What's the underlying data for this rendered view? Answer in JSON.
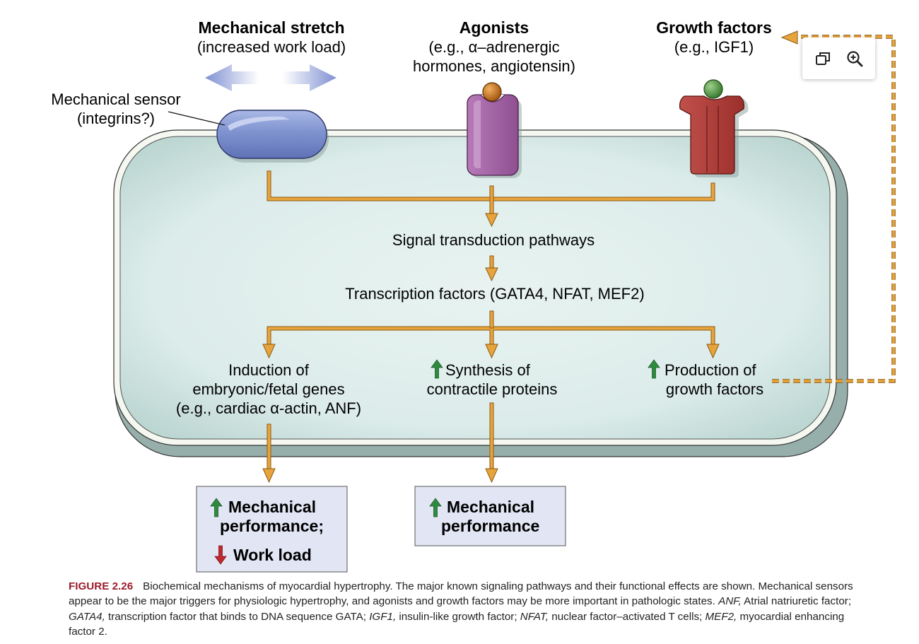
{
  "inputs": {
    "mechanical_stretch": {
      "title": "Mechanical stretch",
      "subtitle": "(increased work load)"
    },
    "agonists": {
      "title": "Agonists",
      "line1": "(e.g., α–adrenergic",
      "line2": "hormones, angiotensin)"
    },
    "growth_factors": {
      "title": "Growth factors",
      "subtitle": "(e.g., IGF1)"
    }
  },
  "sensor_label": {
    "line1": "Mechanical sensor",
    "line2": "(integrins?)"
  },
  "cell": {
    "signal": "Signal transduction pathways",
    "transcription": "Transcription factors (GATA4, NFAT, MEF2)",
    "induction": {
      "line1": "Induction of",
      "line2": "embryonic/fetal genes",
      "line3": "(e.g., cardiac α-actin, ANF)"
    },
    "synthesis": {
      "line1": "Synthesis of",
      "line2": "contractile proteins"
    },
    "production": {
      "line1": "Production of",
      "line2": "growth factors"
    }
  },
  "outcomes": {
    "box1": {
      "line1": "Mechanical",
      "line2": "performance;",
      "line3": "Work load"
    },
    "box2": {
      "line1": "Mechanical",
      "line2": "performance"
    }
  },
  "caption": {
    "figure_label": "FIGURE 2.26",
    "text1": "Biochemical mechanisms of myocardial hypertrophy. The major known signaling pathways and their functional effects are shown. Mechanical sensors appear to be the major triggers for physiologic hypertrophy, and agonists and growth factors may be more important in pathologic states.",
    "abbr_anf": "ANF,",
    "def_anf": "Atrial natriuretic factor;",
    "abbr_gata4": "GATA4,",
    "def_gata4": "transcription factor that binds to DNA sequence GATA;",
    "abbr_igf1": "IGF1,",
    "def_igf1": "insulin-like growth factor;",
    "abbr_nfat": "NFAT,",
    "def_nfat": "nuclear factor–activated T cells;",
    "abbr_mef2": "MEF2,",
    "def_mef2": "myocardial enhancing factor 2."
  },
  "toolbar": {
    "icons": [
      "copy-icon",
      "zoom-in-icon"
    ]
  },
  "colors": {
    "arrow": "#e8a43c",
    "arrow_outline": "#8a5a14",
    "cell_fill": "#d9ebe8",
    "cell_shadow": "#97afab",
    "sensor": "#7e92cf",
    "agonist_receptor": "#a265a3",
    "growth_receptor": "#b23d38",
    "up_arrow": "#2e8b3e",
    "down_arrow": "#c0282e",
    "outcome_box": "#e2e6f4",
    "figure_label": "#9b1b2a"
  }
}
